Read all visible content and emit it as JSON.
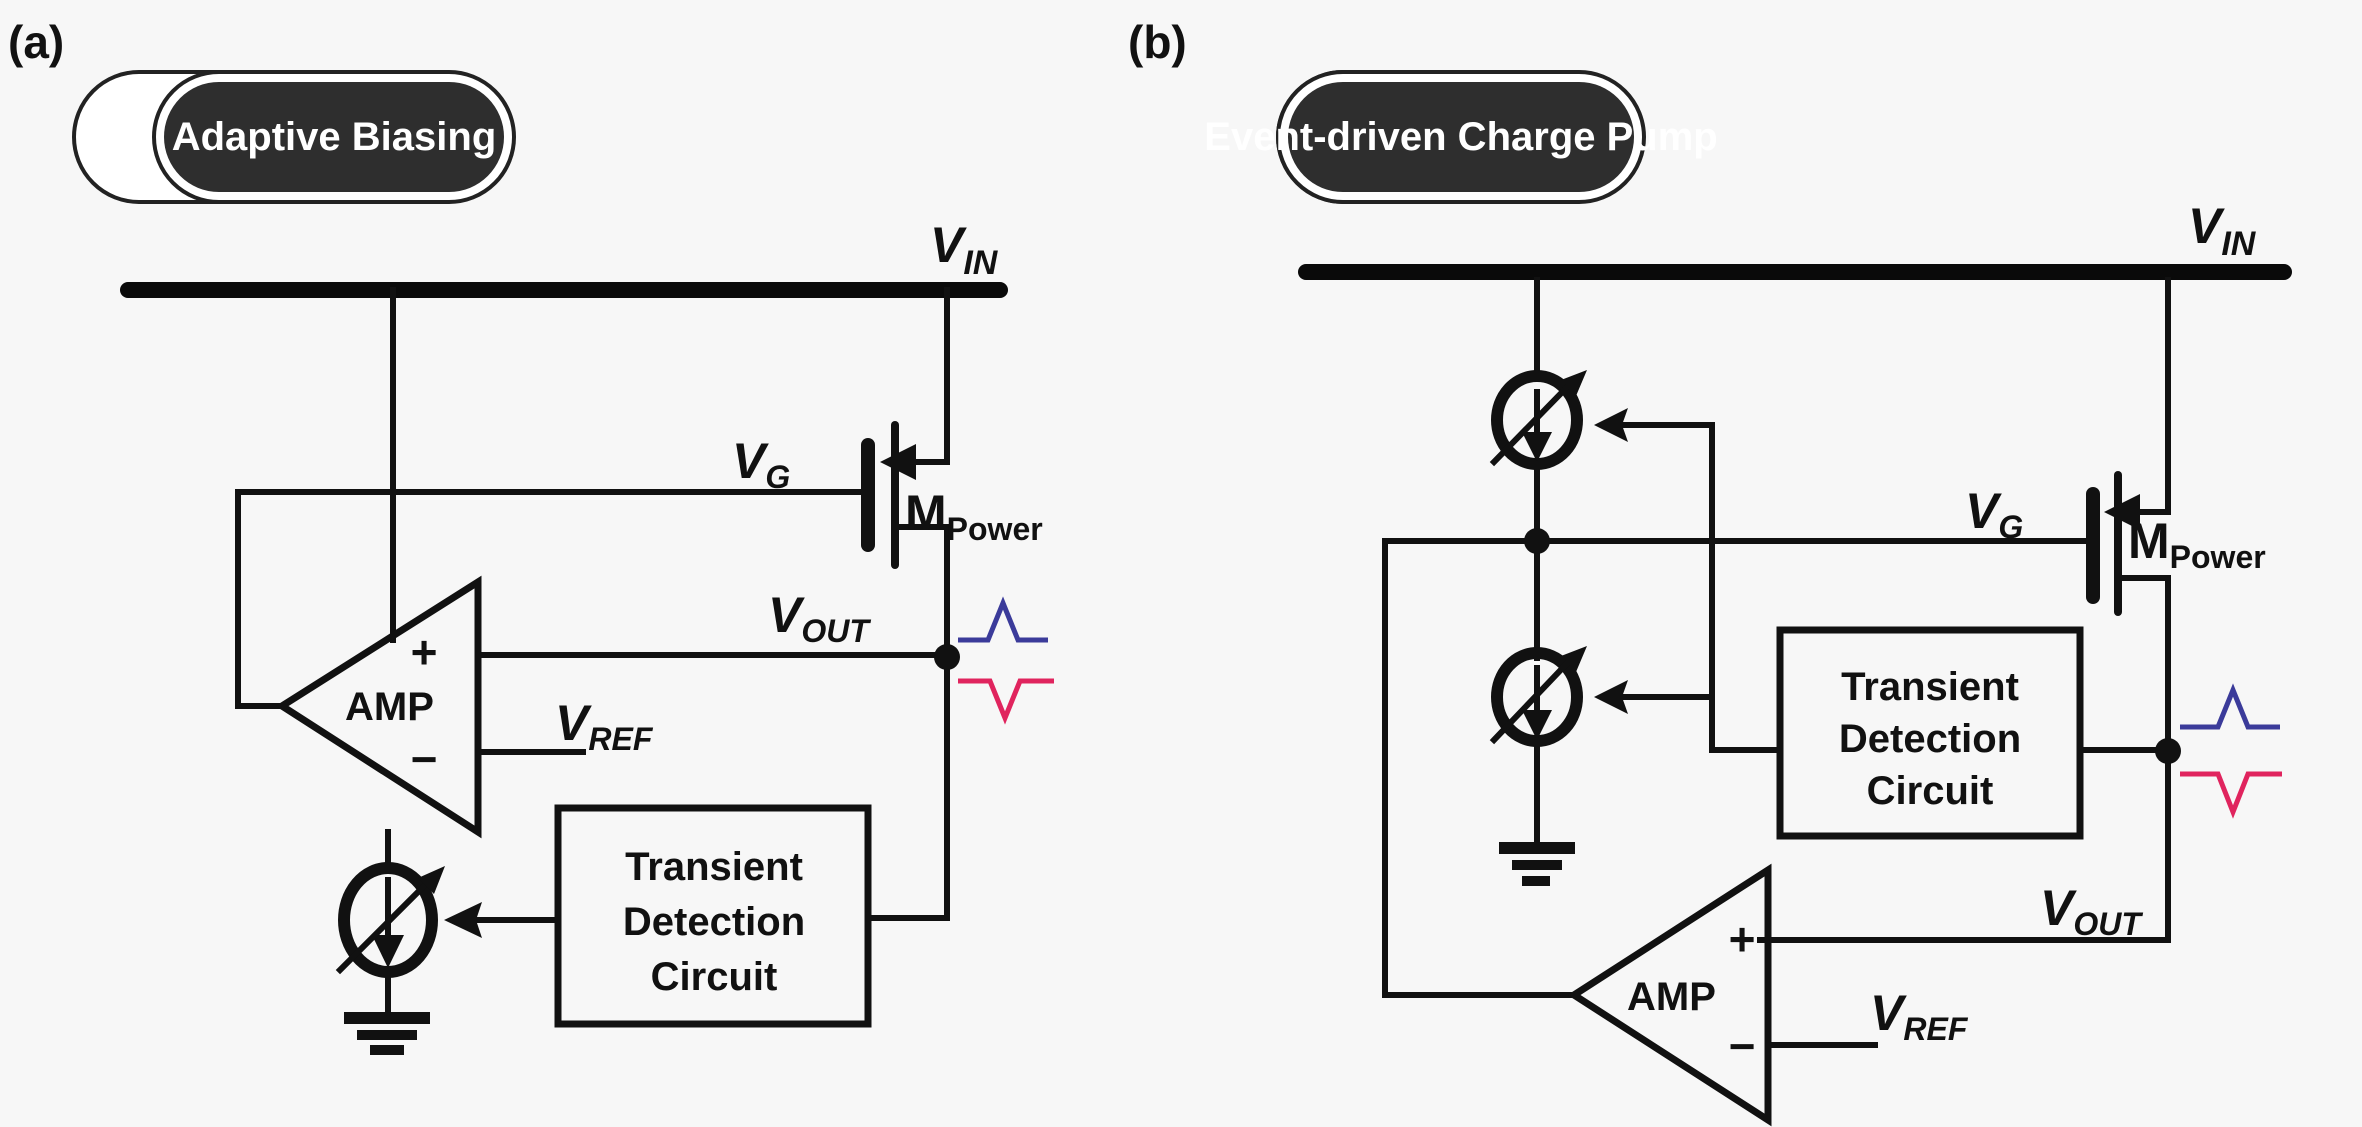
{
  "panels": [
    {
      "id": "a",
      "label": "(a)",
      "title": "Adaptive Biasing",
      "supply": {
        "main": "V",
        "sub": "IN"
      },
      "gate": {
        "main": "V",
        "sub": "G"
      },
      "transistor": {
        "main": "M",
        "sub": "Power"
      },
      "output": {
        "main": "V",
        "sub": "OUT"
      },
      "reference": {
        "main": "V",
        "sub": "REF"
      },
      "amp": {
        "label": "AMP",
        "plus": "+",
        "minus": "−"
      },
      "detector": {
        "lines": [
          "Transient",
          "Detection",
          "Circuit"
        ]
      }
    },
    {
      "id": "b",
      "label": "(b)",
      "title": "Event-driven Charge Pump",
      "supply": {
        "main": "V",
        "sub": "IN"
      },
      "gate": {
        "main": "V",
        "sub": "G"
      },
      "transistor": {
        "main": "M",
        "sub": "Power"
      },
      "output": {
        "main": "V",
        "sub": "OUT"
      },
      "reference": {
        "main": "V",
        "sub": "REF"
      },
      "amp": {
        "label": "AMP",
        "plus": "+",
        "minus": "−"
      },
      "detector": {
        "lines": [
          "Transient",
          "Detection",
          "Circuit"
        ]
      }
    }
  ],
  "colors": {
    "pill_fill": "#2e2e2e",
    "pulse_overshoot": "#3b3b9a",
    "pulse_undershoot": "#e0245e"
  }
}
